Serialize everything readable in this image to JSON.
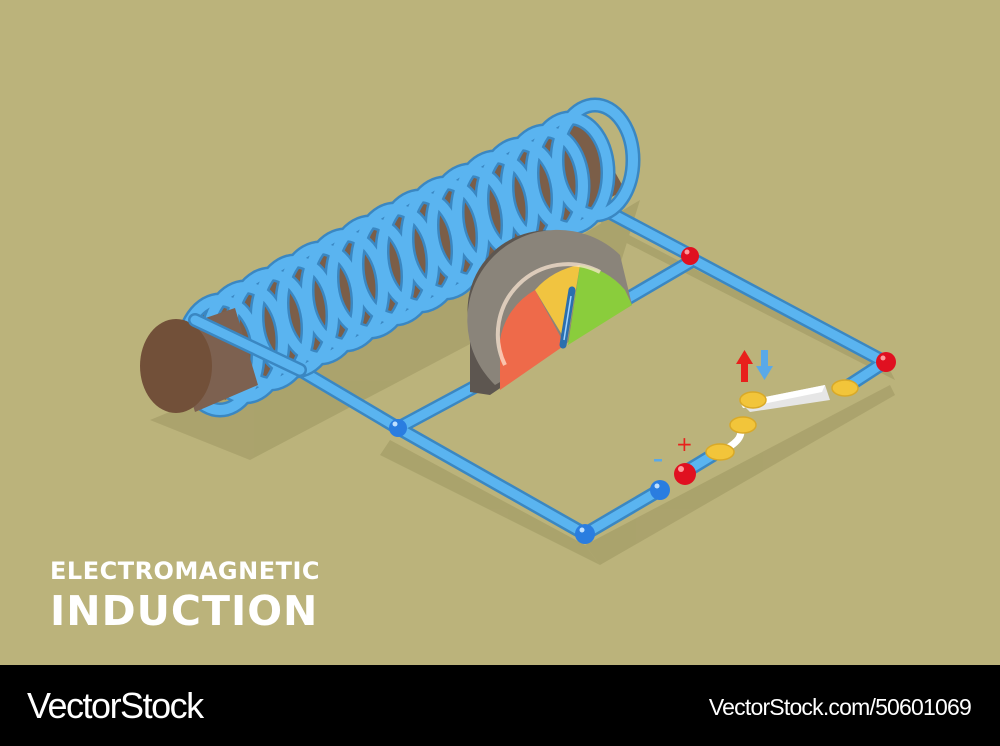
{
  "illustration": {
    "title_line1": "ELECTROMAGNETIC",
    "title_line2": "INDUCTION",
    "elements": {
      "coil": "solenoid-coil",
      "core": "iron-core",
      "meter": "galvanometer-gauge",
      "switch": "knife-switch",
      "plus_label": "+",
      "minus_label": "-",
      "arrow_up": "red-up-arrow",
      "arrow_down": "blue-down-arrow"
    },
    "colors": {
      "background": "#bbb37b",
      "wire": "#5ab4f0",
      "wire_outline": "#3a87c2",
      "core": "#7a5a45",
      "node_red": "#e01020",
      "node_blue": "#2a7de0",
      "contact_yellow": "#f2c53a",
      "gauge_red": "#ee6a4a",
      "gauge_yellow": "#f1c440",
      "gauge_green": "#8acd3c",
      "gauge_frame": "#5d5650"
    }
  },
  "footer": {
    "brand": "VectorStock",
    "reference": "VectorStock.com/50601069"
  }
}
